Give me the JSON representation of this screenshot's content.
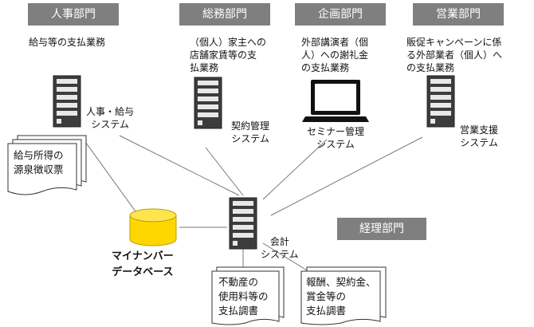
{
  "departments": {
    "hr": {
      "name": "人事部門",
      "task": "給与等の支払業務"
    },
    "general": {
      "name": "総務部門",
      "task": "（個人）家主への\n店舗家賃等の支\n払業務"
    },
    "planning": {
      "name": "企画部門",
      "task": "外部講演者（個\n人）への謝礼金\nの支払業務"
    },
    "sales": {
      "name": "営業部門",
      "task": "販促キャンペーンに係\nる外部業者（個人）へ\nの支払業務"
    },
    "accounting": {
      "name": "経理部門"
    }
  },
  "systems": {
    "hr": "人事・給与\nシステム",
    "contract": "契約管理\nシステム",
    "seminar": "セミナー管理\nシステム",
    "sales": "営業支援\nシステム",
    "accounting": "会計\nシステム"
  },
  "database": "マイナンバー\nデータベース",
  "documents": {
    "withholding": "給与所得の\n源泉徴収票",
    "real_estate": "不動産の\n使用料等の\n支払調書",
    "fees": "報酬、契約金、\n賞金等の\n支払調書"
  },
  "colors": {
    "dept_bg": "#7f7f7f",
    "server": "#3a3a3a",
    "db_fill": "#ffd700",
    "db_stroke": "#b8a000"
  }
}
